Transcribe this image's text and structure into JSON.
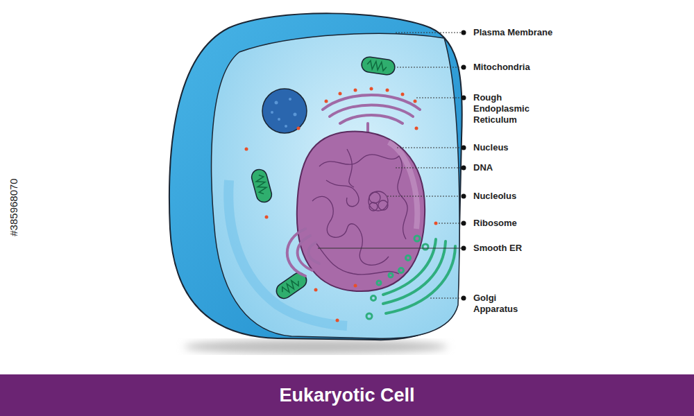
{
  "diagram": {
    "title": "Eukaryotic Cell",
    "labels": [
      "Plasma Membrane",
      "Mitochondria",
      "Rough Endoplasmic Reticulum",
      "Nucleus",
      "DNA",
      "Nucleolus",
      "Ribosome",
      "Smooth ER",
      "Golgi Apparatus",
      "#385968070"
    ]
  }
}
